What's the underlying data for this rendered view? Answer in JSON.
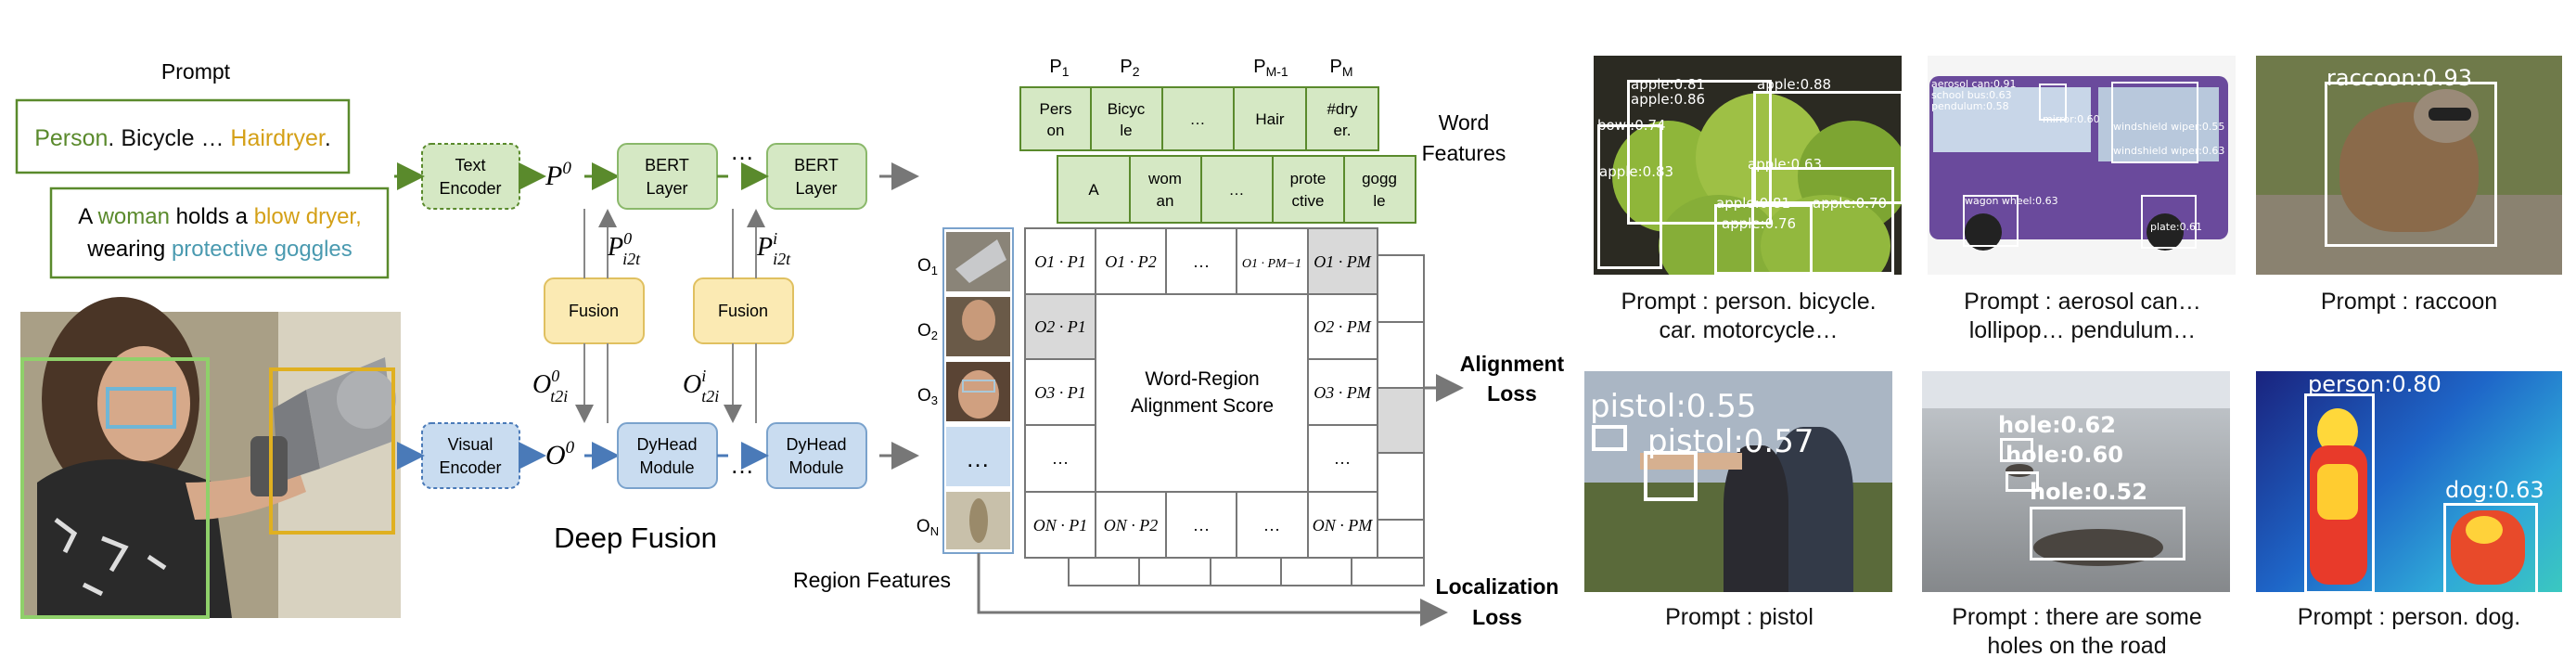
{
  "left": {
    "prompt_title": "Prompt",
    "prompt1": [
      "Person",
      ". Bicycle … ",
      "Hairdryer",
      "."
    ],
    "prompt2_line1": [
      "A ",
      "woman",
      " holds a ",
      "blow dryer,"
    ],
    "prompt2_line2": [
      "wearing ",
      "protective goggles"
    ],
    "text_encoder": [
      "Text",
      "Encoder"
    ],
    "visual_encoder": [
      "Visual",
      "Encoder"
    ],
    "bert_layer": [
      "BERT",
      "Layer"
    ],
    "dyhead": [
      "DyHead",
      "Module"
    ],
    "fusion": "Fusion",
    "ellipsis": "…",
    "p0": "P",
    "p0_sup": "0",
    "o0": "O",
    "o0_sup": "0",
    "p_i2t_0": "P",
    "p_i2t_0_sup": "0",
    "p_i2t_0_sub": "i2t",
    "p_i2t_i": "P",
    "p_i2t_i_sup": "i",
    "p_i2t_i_sub": "i2t",
    "o_t2i_0": "O",
    "o_t2i_0_sup": "0",
    "o_t2i_0_sub": "t2i",
    "o_t2i_i": "O",
    "o_t2i_i_sup": "i",
    "o_t2i_i_sub": "t2i",
    "deep_fusion": "Deep Fusion"
  },
  "middle": {
    "p_labels": [
      "P",
      "P",
      "P",
      "P"
    ],
    "p_subs": [
      "1",
      "2",
      "M-1",
      "M"
    ],
    "row1_tokens": [
      [
        "Pers",
        "on"
      ],
      [
        "Bicyc",
        "le"
      ],
      [
        "…"
      ],
      [
        "Hair"
      ],
      [
        "#dry",
        "er."
      ]
    ],
    "row2_tokens": [
      [
        "A"
      ],
      [
        "wom",
        "an"
      ],
      [
        "…"
      ],
      [
        "prote",
        "ctive"
      ],
      [
        "gogg",
        "le"
      ]
    ],
    "word_features": [
      "Word",
      "Features"
    ],
    "o_labels": [
      "O",
      "O",
      "O",
      "…",
      "O"
    ],
    "o_subs": [
      "1",
      "2",
      "3",
      "",
      "N"
    ],
    "grid_text": [
      "Word-Region",
      "Alignment Score"
    ],
    "cells": {
      "r1": [
        "O1 · P1",
        "O1 · P2",
        "…",
        "O1 · PM−1",
        "O1 · PM"
      ],
      "r2": [
        "O2 · P1",
        "O2 · PM"
      ],
      "r3": [
        "O3 · P1",
        "O3 · PM"
      ],
      "r4": [
        "…",
        "…"
      ],
      "r5": [
        "ON · P1",
        "ON · P2",
        "…",
        "…",
        "ON · PM"
      ]
    },
    "region_features": "Region Features",
    "alignment_loss": [
      "Alignment",
      "Loss"
    ],
    "localization_loss": [
      "Localization",
      "Loss"
    ]
  },
  "examples": [
    {
      "caption": [
        "Prompt : person. bicycle.",
        "car. motorcycle…"
      ]
    },
    {
      "caption": [
        "Prompt : aerosol can…",
        "lollipop… pendulum…"
      ]
    },
    {
      "caption": [
        "Prompt : raccoon"
      ]
    },
    {
      "caption": [
        "Prompt : pistol"
      ]
    },
    {
      "caption": [
        "Prompt : there are some",
        "holes on the road"
      ]
    },
    {
      "caption": [
        "Prompt : person. dog."
      ]
    }
  ],
  "detections": {
    "apples": [
      "apple:0.81",
      "apple:0.88",
      "apple:0.86",
      "bowl:0.74",
      "apple:0.83",
      "apple:0.63",
      "apple:0.81",
      "apple:0.76",
      "apple:0.70"
    ],
    "bus": [
      "aerosol can:0.91",
      "school bus:0.63",
      "pendulum:0.58",
      "mirror:0.60",
      "windshield wiper:0.55",
      "windshield wiper:0.63",
      "wagon wheel:0.63",
      "plate:0.61"
    ],
    "raccoon": [
      "raccoon:0.93"
    ],
    "pistol": [
      "pistol:0.55",
      "pistol:0.57"
    ],
    "holes": [
      "hole:0.62",
      "hole:0.60",
      "hole:0.52"
    ],
    "thermal": [
      "person:0.80",
      "dog:0.63"
    ]
  },
  "colors": {
    "green": "#5a8a2c",
    "gold": "#d4a017",
    "teal": "#4a9ab0",
    "green_box": "#d5e8c4",
    "blue_box": "#c9dcf0",
    "fusion_box": "#fbeab3"
  }
}
